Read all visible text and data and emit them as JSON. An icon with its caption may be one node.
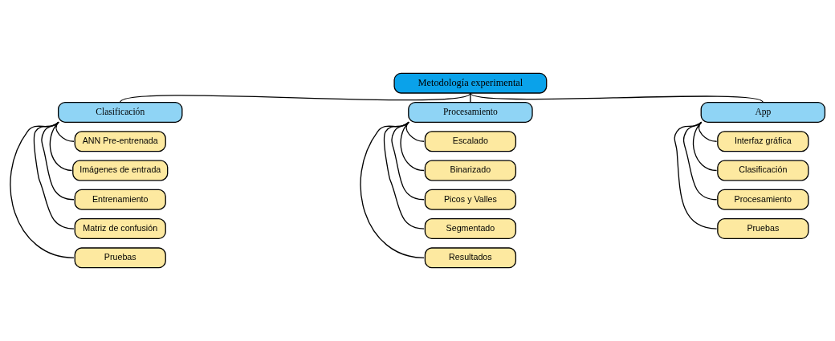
{
  "diagram": {
    "nodes": [
      {
        "text": [
          "Metodología experimental"
        ]
      },
      {
        "text": [
          "Clasificación"
        ]
      },
      {
        "text": [
          "Procesamiento"
        ]
      },
      {
        "text": [
          "App"
        ]
      },
      {
        "text": [
          "ANN Pre-entrenada"
        ]
      },
      {
        "text": [
          "Imágenes de entrada"
        ]
      },
      {
        "text": [
          "Entrenamiento"
        ]
      },
      {
        "text": [
          "Matriz de confusión"
        ]
      },
      {
        "text": [
          "Pruebas"
        ]
      },
      {
        "text": [
          "Escalado"
        ]
      },
      {
        "text": [
          "Binarizado"
        ]
      },
      {
        "text": [
          "Picos y Valles"
        ]
      },
      {
        "text": [
          "Segmentado"
        ]
      },
      {
        "text": [
          "Resultados"
        ]
      },
      {
        "text": [
          "Interfaz gráfica"
        ]
      },
      {
        "text": [
          "Clasificación"
        ]
      },
      {
        "text": [
          "Procesamiento"
        ]
      },
      {
        "text": [
          "Pruebas"
        ]
      }
    ],
    "edges": [
      {
        "from": 0,
        "to": 1,
        "arrow": "none"
      },
      {
        "from": 0,
        "to": 2,
        "arrow": "none"
      },
      {
        "from": 0,
        "to": 3,
        "arrow": "none"
      },
      {
        "from": 1,
        "to": 4,
        "arrow": "none"
      },
      {
        "from": 1,
        "to": 5,
        "arrow": "none"
      },
      {
        "from": 1,
        "to": 6,
        "arrow": "none"
      },
      {
        "from": 1,
        "to": 7,
        "arrow": "none"
      },
      {
        "from": 1,
        "to": 8,
        "arrow": "none"
      },
      {
        "from": 2,
        "to": 9,
        "arrow": "none"
      },
      {
        "from": 2,
        "to": 10,
        "arrow": "none"
      },
      {
        "from": 2,
        "to": 11,
        "arrow": "none"
      },
      {
        "from": 2,
        "to": 12,
        "arrow": "none"
      },
      {
        "from": 2,
        "to": 13,
        "arrow": "none"
      },
      {
        "from": 3,
        "to": 14,
        "arrow": "none"
      },
      {
        "from": 3,
        "to": 15,
        "arrow": "none"
      },
      {
        "from": 3,
        "to": 16,
        "arrow": "none"
      },
      {
        "from": 3,
        "to": 17,
        "arrow": "none"
      }
    ]
  }
}
